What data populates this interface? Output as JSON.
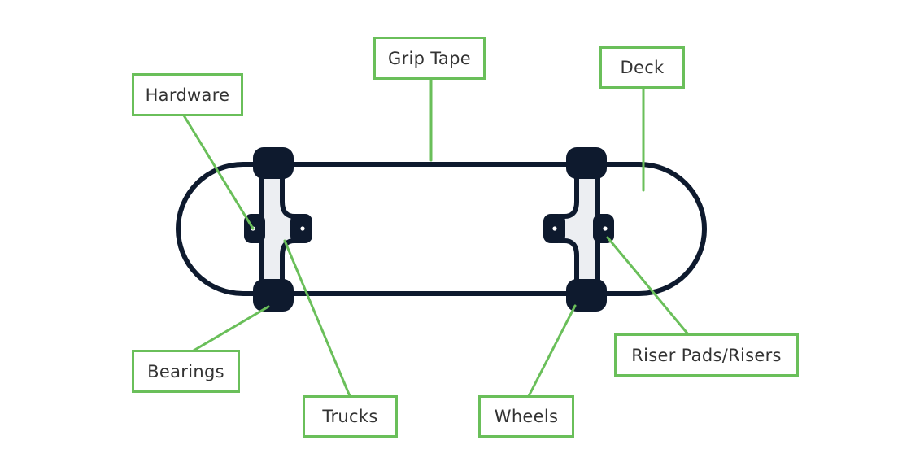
{
  "diagram": {
    "labels": {
      "grip_tape": "Grip Tape",
      "deck": "Deck",
      "hardware": "Hardware",
      "bearings": "Bearings",
      "trucks": "Trucks",
      "wheels": "Wheels",
      "riser_pads": "Riser Pads/Risers"
    },
    "colors": {
      "outline": "#0e1a2e",
      "truck_fill": "#eceef2",
      "leader_line": "#6abf5a",
      "label_border": "#6abf5a",
      "label_text": "#333333",
      "background": "#ffffff"
    },
    "icons": [
      "skateboard-icon"
    ]
  }
}
